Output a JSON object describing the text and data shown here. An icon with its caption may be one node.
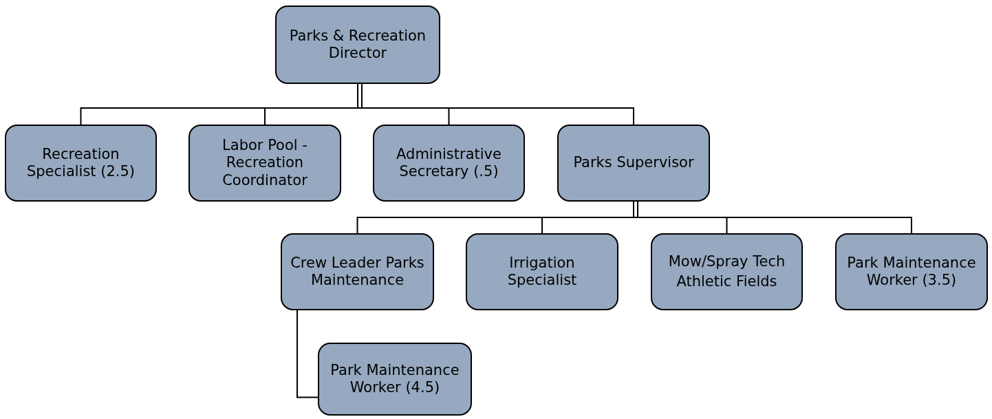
{
  "diagram": {
    "nodes": [
      {
        "text": [
          "Parks & Recreation Director"
        ]
      },
      {
        "text": [
          "Recreation Specialist (2.5)"
        ]
      },
      {
        "text": [
          "Labor Pool - Recreation Coordinator"
        ]
      },
      {
        "text": [
          "Administrative Secretary (.5)"
        ]
      },
      {
        "text": [
          "Parks Supervisor"
        ]
      },
      {
        "text": [
          "Crew Leader Parks Maintenance"
        ]
      },
      {
        "text": [
          "Irrigation Specialist"
        ]
      },
      {
        "text": [
          "Mow/Spray Tech",
          "Athletic Fields"
        ]
      },
      {
        "text": [
          "Park Maintenance Worker (3.5)"
        ]
      },
      {
        "text": [
          "Park Maintenance Worker (4.5)"
        ]
      }
    ],
    "edges": [
      {
        "from": 0,
        "to": 1,
        "arrow": "none"
      },
      {
        "from": 0,
        "to": 2,
        "arrow": "none"
      },
      {
        "from": 0,
        "to": 3,
        "arrow": "none"
      },
      {
        "from": 0,
        "to": 4,
        "arrow": "none"
      },
      {
        "from": 4,
        "to": 5,
        "arrow": "none"
      },
      {
        "from": 4,
        "to": 6,
        "arrow": "none"
      },
      {
        "from": 4,
        "to": 7,
        "arrow": "none"
      },
      {
        "from": 4,
        "to": 8,
        "arrow": "none"
      },
      {
        "from": 5,
        "to": 9,
        "arrow": "none"
      }
    ]
  }
}
